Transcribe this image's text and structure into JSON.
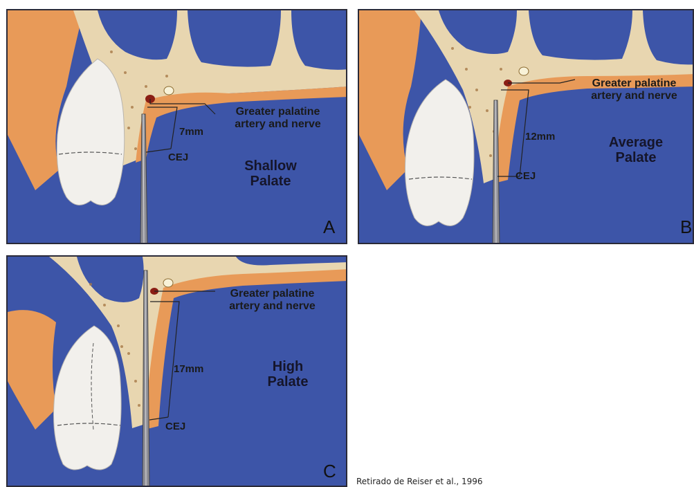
{
  "panels": [
    {
      "letter": "A",
      "nerve_label_line1": "Greater palatine",
      "nerve_label_line2": "artery and nerve",
      "distance": "7mm",
      "cej": "CEJ",
      "palate_line1": "Shallow",
      "palate_line2": "Palate"
    },
    {
      "letter": "B",
      "nerve_label_line1": "Greater palatine",
      "nerve_label_line2": "artery and nerve",
      "distance": "12mm",
      "cej": "CEJ",
      "palate_line1": "Average",
      "palate_line2": "Palate"
    },
    {
      "letter": "C",
      "nerve_label_line1": "Greater palatine",
      "nerve_label_line2": "artery and nerve",
      "distance": "17mm",
      "cej": "CEJ",
      "palate_line1": "High",
      "palate_line2": "Palate"
    }
  ],
  "credit": "Retirado de Reiser et al., 1996",
  "colors": {
    "background_blue": "#3d55a8",
    "gingiva_orange": "#e89a58",
    "bone_tan": "#e8d6b0",
    "tooth_white": "#f2f0ec",
    "artery_red": "#8a1e14"
  }
}
